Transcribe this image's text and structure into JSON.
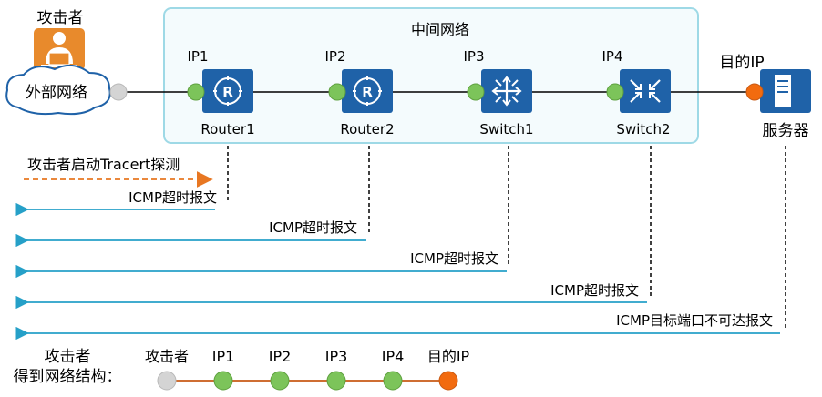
{
  "attacker": {
    "label": "攻击者",
    "network_label": "外部网络"
  },
  "inner_network": {
    "label": "中间网络"
  },
  "devices": [
    {
      "ip": "IP1",
      "name": "Router1",
      "kind": "router"
    },
    {
      "ip": "IP2",
      "name": "Router2",
      "kind": "router"
    },
    {
      "ip": "IP3",
      "name": "Switch1",
      "kind": "switch"
    },
    {
      "ip": "IP4",
      "name": "Switch2",
      "kind": "core-switch"
    }
  ],
  "server": {
    "ip_label": "目的IP",
    "name": "服务器"
  },
  "flows": {
    "probe": "攻击者启动Tracert探测",
    "replies": [
      "ICMP超时报文",
      "ICMP超时报文",
      "ICMP超时报文",
      "ICMP超时报文"
    ],
    "final_reply": "ICMP目标端口不可达报文"
  },
  "result": {
    "title_line1": "攻击者",
    "title_line2": "得到网络结构：",
    "nodes": [
      "攻击者",
      "IP1",
      "IP2",
      "IP3",
      "IP4",
      "目的IP"
    ]
  },
  "colors": {
    "box_border": "#9ed9e6",
    "box_fill": "#f4fbfd",
    "device_blue": "#1f62a8",
    "port_green": "#7cc45a",
    "dest_orange": "#f26b0f",
    "source_gray": "#d4d4d4",
    "reply_arrow": "#26a0c8",
    "probe_arrow": "#e87722",
    "path_line": "#c85a14"
  }
}
